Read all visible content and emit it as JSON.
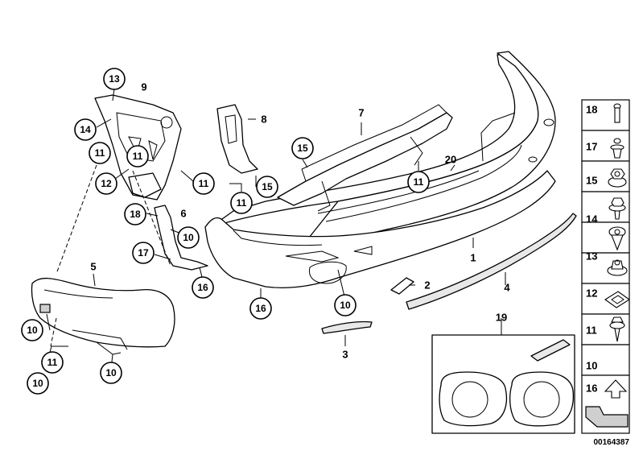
{
  "callouts": {
    "c13": "13",
    "c9": "9",
    "c14": "14",
    "c11a": "11",
    "c11b": "11",
    "c12": "12",
    "c11c": "11",
    "c8": "8",
    "c11d": "11",
    "c15a": "15",
    "c7": "7",
    "c15b": "15",
    "c11e": "11",
    "c20": "20",
    "c18": "18",
    "c6": "6",
    "c10a": "10",
    "c17": "17",
    "c16a": "16",
    "c16b": "16",
    "c10b": "10",
    "c2": "2",
    "c1": "1",
    "c4": "4",
    "c5": "5",
    "c10c": "10",
    "c11f": "11",
    "c10d": "10",
    "c10e": "10",
    "c3": "3",
    "c19": "19"
  },
  "legend": [
    {
      "num": "18",
      "icon": "push-rivet-icon"
    },
    {
      "num": "17",
      "icon": "expanding-rivet-icon"
    },
    {
      "num": "15",
      "icon": "hex-nut-icon"
    },
    {
      "num": "14",
      "icon": "hex-screw-icon"
    },
    {
      "num": "13",
      "icon": "clip-rivet-icon"
    },
    {
      "num": "12",
      "icon": "flange-nut-icon"
    },
    {
      "num": "11",
      "icon": "spring-nut-icon"
    },
    {
      "num": "10",
      "icon": "self-tapping-screw-icon"
    },
    {
      "num": "16",
      "icon": "trim-strip-icon"
    }
  ],
  "doc_id": "00164387"
}
